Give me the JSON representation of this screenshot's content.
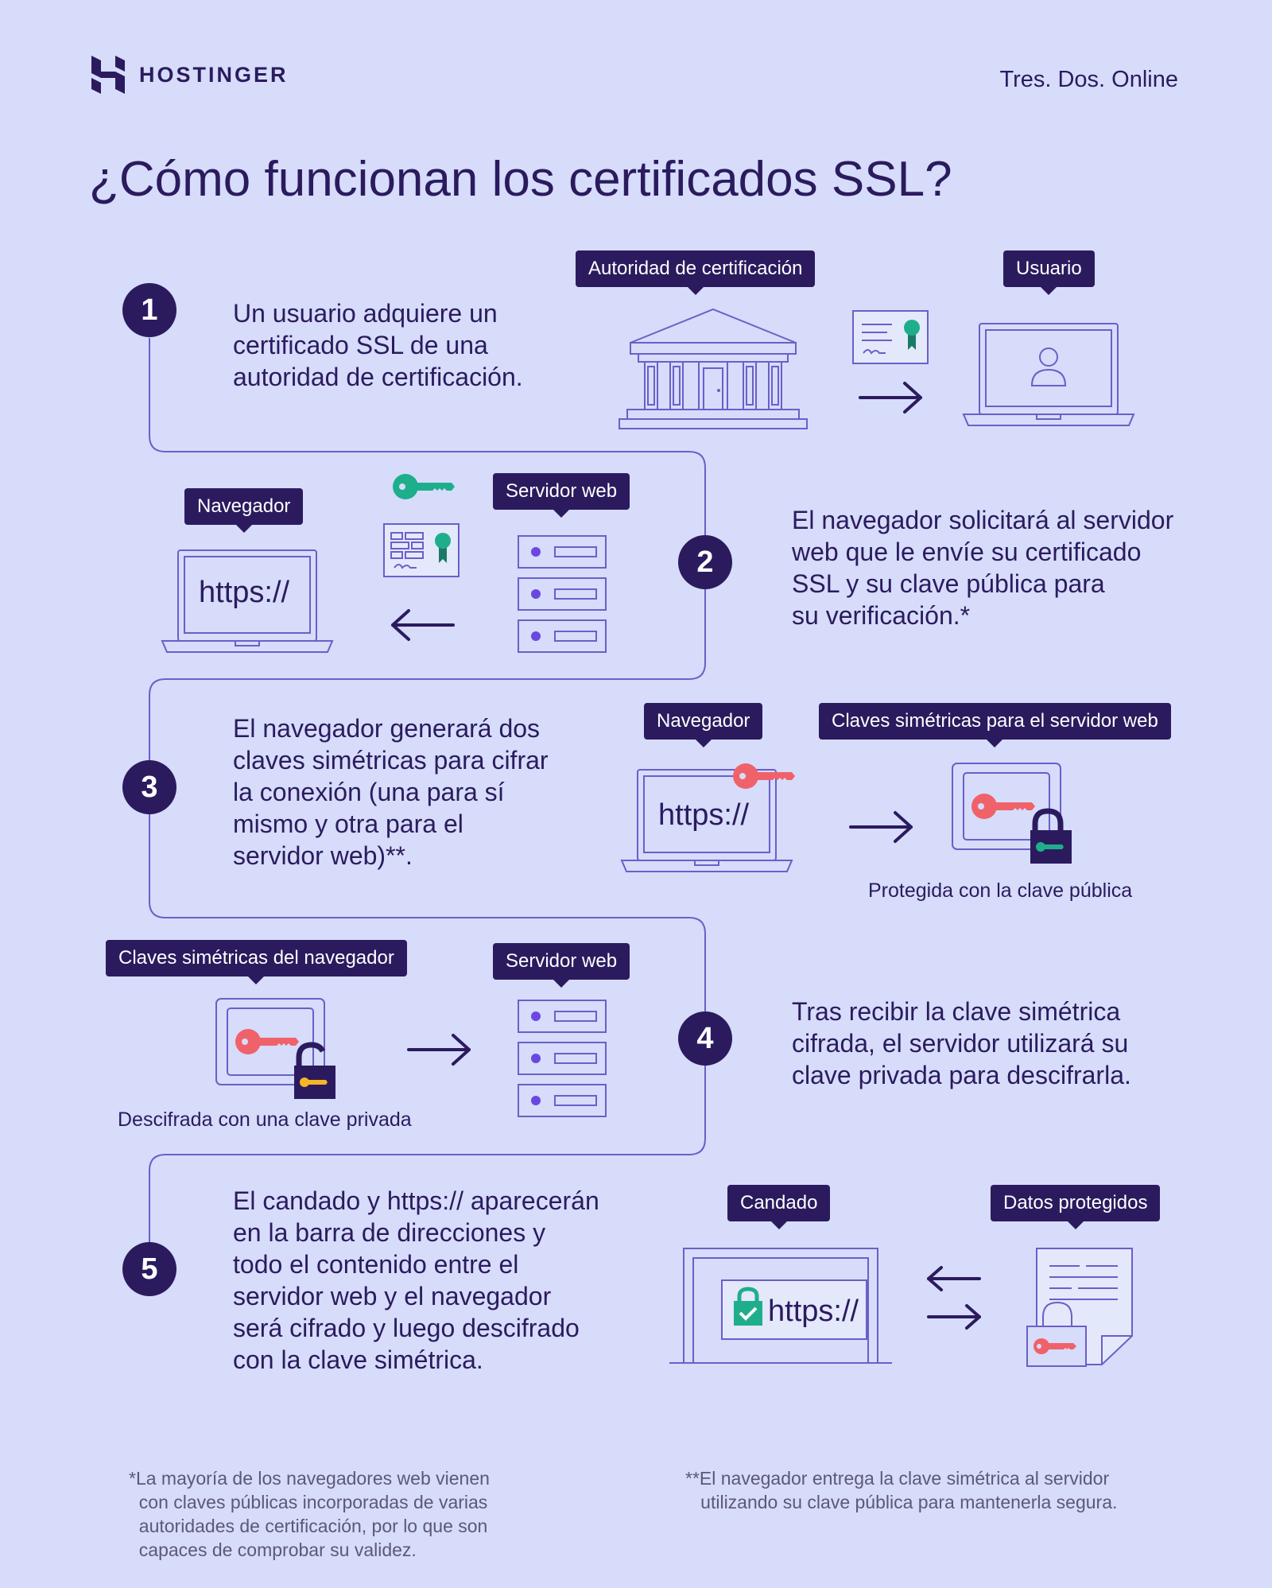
{
  "header": {
    "brand_name": "HOSTINGER",
    "partner": "Tres. Dos. Online"
  },
  "title": "¿Cómo funcionan los certificados SSL?",
  "steps": [
    {
      "number": "1",
      "lines": [
        "Un usuario adquiere un",
        "certificado SSL de una",
        "autoridad de certificación."
      ]
    },
    {
      "number": "2",
      "lines": [
        "El navegador solicitará al servidor",
        "web que le envíe su certificado",
        "SSL y su clave pública para",
        "su verificación.*"
      ]
    },
    {
      "number": "3",
      "lines": [
        "El navegador generará dos",
        "claves simétricas para cifrar",
        "la conexión (una para sí",
        "mismo y otra para el",
        "servidor web)**."
      ]
    },
    {
      "number": "4",
      "lines": [
        "Tras recibir la clave simétrica",
        "cifrada, el servidor utilizará su",
        "clave privada para descifrarla."
      ]
    },
    {
      "number": "5",
      "lines": [
        "El candado y https:// aparecerán",
        "en la barra de direcciones y",
        "todo el contenido entre el",
        "servidor web y el navegador",
        "será cifrado y luego descifrado",
        "con la clave simétrica."
      ]
    }
  ],
  "labels": {
    "certificate_authority": "Autoridad de certificación",
    "user": "Usuario",
    "browser": "Navegador",
    "web_server": "Servidor web",
    "symmetric_keys_server": "Claves simétricas para el servidor web",
    "symmetric_keys_browser": "Claves simétricas del navegador",
    "padlock": "Candado",
    "protected_data": "Datos protegidos",
    "protected_with_public_key": "Protegida con la clave pública",
    "decrypted_with_private_key": "Descifrada con una clave privada",
    "https": "https://"
  },
  "footnotes": {
    "first": [
      "*La mayoría de los navegadores web vienen",
      "  con claves públicas incorporadas de varias",
      "  autoridades de certificación, por lo que son",
      "  capaces de comprobar su validez."
    ],
    "second": [
      "**El navegador entrega la clave simétrica al servidor",
      "   utilizando su clave pública para mantenerla segura."
    ]
  },
  "colors": {
    "background": "#d6dcfa",
    "navy": "#2b1b5e",
    "outline": "#6b5fc8",
    "green": "#1fae8c",
    "coral": "#f0626a",
    "gold": "#f5b526",
    "purple_dot": "#6a48e0"
  }
}
